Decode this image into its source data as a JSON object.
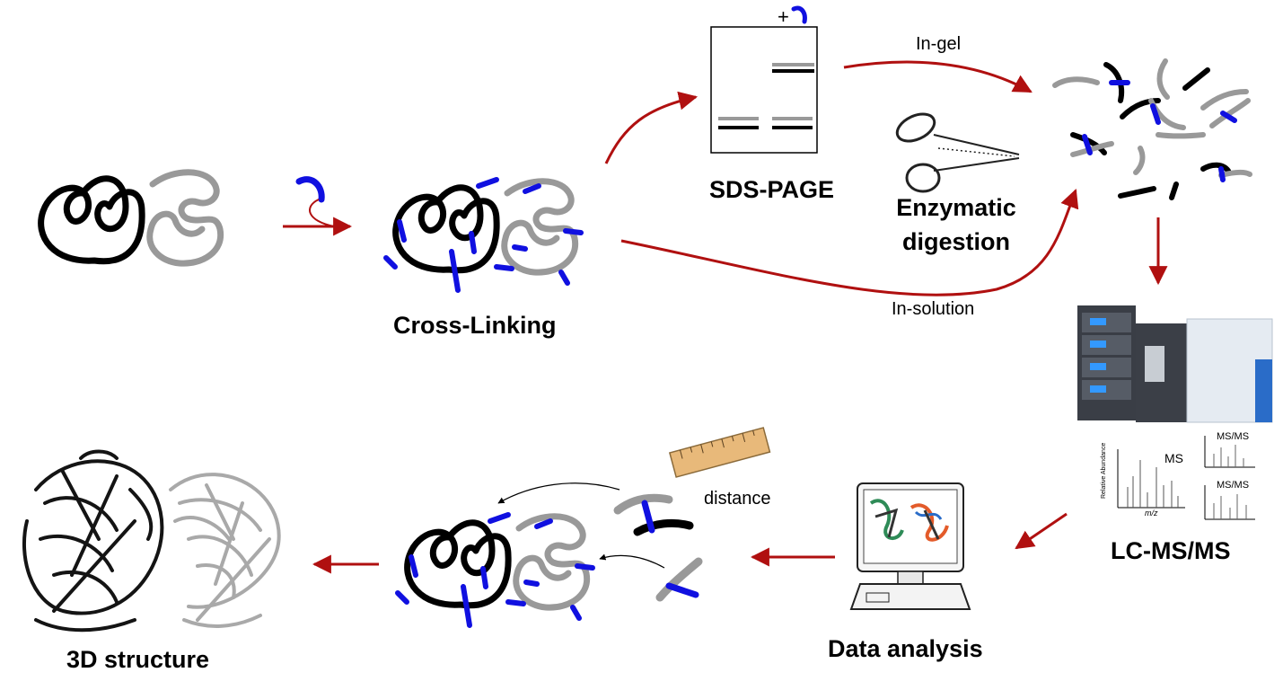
{
  "labels": {
    "cross_linking": "Cross-Linking",
    "sds_page": "SDS-PAGE",
    "enzymatic_line1": "Enzymatic",
    "enzymatic_line2": "digestion",
    "in_gel": "In-gel",
    "in_solution": "In-solution",
    "lc_msms": "LC-MS/MS",
    "data_analysis": "Data analysis",
    "structure_3d": "3D structure",
    "distance": "distance",
    "gel_plus": "+",
    "spectrum_ms": "MS",
    "spectrum_msms_top": "MS/MS",
    "spectrum_msms_bottom": "MS/MS",
    "spectrum_mz": "m/z",
    "spectrum_ylabel": "Relative Abundance"
  },
  "colors": {
    "arrow": "#b01010",
    "protein_a": "#000000",
    "protein_b": "#999999",
    "crosslinker": "#1010e0"
  },
  "icons": [
    "scissors-icon",
    "ruler-icon",
    "monitor-icon",
    "mass-spectrometer-icon"
  ]
}
